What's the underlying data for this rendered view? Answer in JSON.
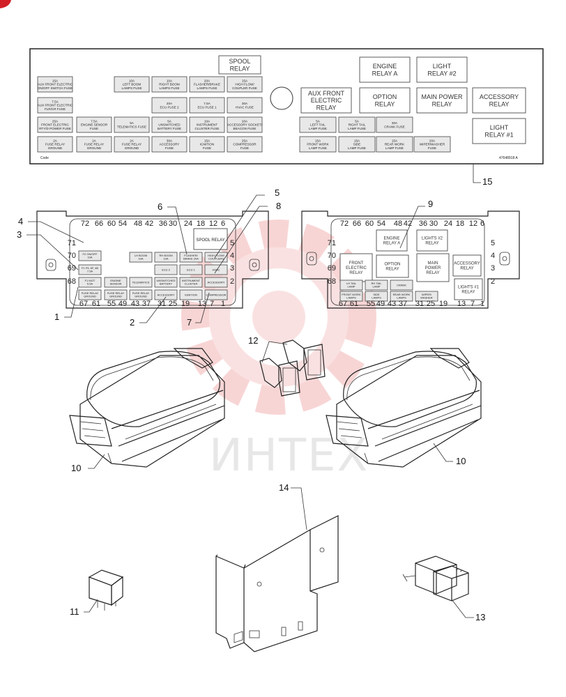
{
  "watermark": "ИНТЕХ",
  "decal": {
    "code_label": "Code",
    "part_number": "47648918 A",
    "fuses": [
      {
        "id": "f1",
        "lines": [
          "15A",
          "AUX FRONT ELECTRIC",
          "ON/OFF SWITCH FUSE"
        ]
      },
      {
        "id": "f2",
        "lines": [
          "7.5A",
          "AUX FRONT ELECTRIC",
          "FLR/CR FUSE"
        ]
      },
      {
        "id": "f3",
        "lines": [
          "25A",
          "FRONT ELECTRIC",
          "RTY/D POWER FUSE"
        ]
      },
      {
        "id": "f4",
        "lines": [
          "2A",
          "FUSE RELAY",
          "GROUND"
        ]
      },
      {
        "id": "f5",
        "lines": [
          "7.5A",
          "ENGINE SENSOR",
          "FUSE"
        ]
      },
      {
        "id": "f6",
        "lines": [
          "2A",
          "FUSE RELAY",
          "GROUND"
        ]
      },
      {
        "id": "f7",
        "lines": [
          "10A",
          "LEFT BOOM",
          "LAMPS FUSE"
        ]
      },
      {
        "id": "f8",
        "lines": [
          "5A",
          "TELEMATICS FUSE"
        ]
      },
      {
        "id": "f9",
        "lines": [
          "2A",
          "FUSE RELAY",
          "GROUND"
        ]
      },
      {
        "id": "f10",
        "lines": [
          "10A",
          "RIGHT BOOM",
          "LAMPS FUSE"
        ]
      },
      {
        "id": "f11",
        "lines": [
          "20A",
          "ECU FUSE 2"
        ]
      },
      {
        "id": "f12",
        "lines": [
          "5A",
          "UNSWITCHED",
          "BATTERY FUSE"
        ]
      },
      {
        "id": "f13",
        "lines": [
          "30A",
          "ACCESSORY",
          "FUSE"
        ]
      },
      {
        "id": "f14",
        "lines": [
          "20A",
          "FLASHER/BRAKE",
          "LAMPS FUSE"
        ]
      },
      {
        "id": "f15",
        "lines": [
          "7.5A",
          "ECU FUSE 1"
        ]
      },
      {
        "id": "f16",
        "lines": [
          "10A",
          "INSTRUMENT",
          "CLUSTER FUSE"
        ]
      },
      {
        "id": "f17",
        "lines": [
          "15A",
          "IGNITION",
          "FUSE"
        ]
      },
      {
        "id": "f18",
        "lines": [
          "15A",
          "HIGH FLOW/",
          "COUPLER FUSE"
        ]
      },
      {
        "id": "f19",
        "lines": [
          "30A",
          "HVAC FUSE"
        ]
      },
      {
        "id": "f20",
        "lines": [
          "20A",
          "ACCESSORY SOCKET/",
          "BEACON FUSE"
        ]
      },
      {
        "id": "f21",
        "lines": [
          "25A",
          "COMPRESSOR",
          "FUSE"
        ]
      },
      {
        "id": "f22",
        "lines": [
          "5A",
          "LEFT TAIL",
          "LAMP FUSE"
        ]
      },
      {
        "id": "f23",
        "lines": [
          "5A",
          "RIGHT TAIL",
          "LAMP FUSE"
        ]
      },
      {
        "id": "f24",
        "lines": [
          "30A",
          "CRANK FUSE"
        ]
      },
      {
        "id": "f25",
        "lines": [
          "15A",
          "FRONT WORK",
          "LAMP FUSE"
        ]
      },
      {
        "id": "f26",
        "lines": [
          "15A",
          "SIDE",
          "LAMP FUSE"
        ]
      },
      {
        "id": "f27",
        "lines": [
          "15A",
          "REAR WORK",
          "LAMP FUSE"
        ]
      },
      {
        "id": "f28",
        "lines": [
          "20A",
          "WIPER/WASHER",
          "FUSE"
        ]
      }
    ],
    "relays": [
      {
        "id": "r1",
        "lines": [
          "SPOOL",
          "RELAY"
        ]
      },
      {
        "id": "r2",
        "lines": [
          "AUX FRONT",
          "ELECTRIC",
          "RELAY"
        ]
      },
      {
        "id": "r3",
        "lines": [
          "ENGINE",
          "RELAY A"
        ]
      },
      {
        "id": "r4",
        "lines": [
          "LIGHT",
          "RELAY #2"
        ]
      },
      {
        "id": "r5",
        "lines": [
          "OPTION",
          "RELAY"
        ]
      },
      {
        "id": "r6",
        "lines": [
          "MAIN POWER",
          "RELAY"
        ]
      },
      {
        "id": "r7",
        "lines": [
          "ACCESSORY",
          "RELAY"
        ]
      },
      {
        "id": "r8",
        "lines": [
          "LIGHT",
          "RELAY #1"
        ]
      }
    ]
  },
  "left_box": {
    "top_numbers": [
      "72",
      "66",
      "60",
      "54",
      "48",
      "42",
      "36",
      "30",
      "24",
      "18",
      "12",
      "6"
    ],
    "bottom_numbers": [
      "67",
      "61",
      "55",
      "49",
      "43",
      "37",
      "31",
      "25",
      "19",
      "13",
      "7",
      "1"
    ],
    "left_numbers": [
      "71",
      "70",
      "69",
      "68"
    ],
    "right_numbers": [
      "5",
      "4",
      "3",
      "2"
    ],
    "cells": [
      {
        "id": "c1",
        "lines": [
          "F2 ON/OFF",
          "10A"
        ]
      },
      {
        "id": "c2",
        "lines": [
          "F1 F5, 6F, 4B",
          "7.5A"
        ]
      },
      {
        "id": "c3",
        "lines": [
          "F1 MOT",
          "5.5A"
        ]
      },
      {
        "id": "c4",
        "lines": [
          "ENGINE",
          "SENSOR"
        ]
      },
      {
        "id": "c5",
        "lines": [
          "TELEMATICS"
        ]
      },
      {
        "id": "c6",
        "lines": [
          "FUSE RELAY",
          "GROUND"
        ]
      },
      {
        "id": "c7",
        "lines": [
          "FUSE RELAY",
          "GROUND"
        ]
      },
      {
        "id": "c8",
        "lines": [
          "FUSE RELAY",
          "GROUND"
        ]
      },
      {
        "id": "c9",
        "lines": [
          "LH BOOM",
          "10A"
        ]
      },
      {
        "id": "c10",
        "lines": [
          "RH BOOM",
          "10A"
        ]
      },
      {
        "id": "c11",
        "lines": [
          "ECU 2"
        ]
      },
      {
        "id": "c12",
        "lines": [
          "UNSWITCHED",
          "BATTERY"
        ]
      },
      {
        "id": "c13",
        "lines": [
          "ACCESSORY"
        ]
      },
      {
        "id": "c14",
        "lines": [
          "FLASHER/",
          "BRAKE 20A"
        ]
      },
      {
        "id": "c15",
        "lines": [
          "ECU 1"
        ]
      },
      {
        "id": "c16",
        "lines": [
          "INSTRUMENT",
          "CLUSTER"
        ]
      },
      {
        "id": "c17",
        "lines": [
          "IGNITION"
        ]
      },
      {
        "id": "c18",
        "lines": [
          "HIGH FLOW/",
          "COUPLERS"
        ]
      },
      {
        "id": "c19",
        "lines": [
          "HVAC"
        ]
      },
      {
        "id": "c20",
        "lines": [
          "ACCESSORY"
        ]
      },
      {
        "id": "c21",
        "lines": [
          "COMPRESSOR"
        ]
      }
    ],
    "relay_label": "SPOOL RELAY"
  },
  "right_box": {
    "top_numbers": [
      "72",
      "66",
      "60",
      "54",
      "48",
      "42",
      "36",
      "30",
      "24",
      "18",
      "12",
      "6"
    ],
    "bottom_numbers": [
      "67",
      "61",
      "55",
      "49",
      "43",
      "37",
      "31",
      "25",
      "19",
      "13",
      "7",
      "1"
    ],
    "left_numbers": [
      "71",
      "70",
      "69",
      "68"
    ],
    "right_numbers": [
      "5",
      "4",
      "3",
      "2"
    ],
    "relays": [
      {
        "id": "b1",
        "lines": [
          "ENGINE",
          "RELAY A"
        ]
      },
      {
        "id": "b2",
        "lines": [
          "LIGHTS #2",
          "RELAY"
        ]
      },
      {
        "id": "b3",
        "lines": [
          "FRONT",
          "ELECTRIC",
          "RELAY"
        ]
      },
      {
        "id": "b4",
        "lines": [
          "OPTION",
          "RELAY"
        ]
      },
      {
        "id": "b5",
        "lines": [
          "MAIN",
          "POWER",
          "RELAY"
        ]
      },
      {
        "id": "b6",
        "lines": [
          "ACCESSORY",
          "RELAY"
        ]
      },
      {
        "id": "b7",
        "lines": [
          "LIGHTS #1",
          "RELAY"
        ]
      }
    ],
    "cells": [
      {
        "id": "s1",
        "lines": [
          "LH TAIL",
          "LAMP"
        ]
      },
      {
        "id": "s2",
        "lines": [
          "RH TAIL",
          "LAMP"
        ]
      },
      {
        "id": "s3",
        "lines": [
          "CRANK"
        ]
      },
      {
        "id": "s4",
        "lines": [
          "FRONT WORK",
          "LAMPS"
        ]
      },
      {
        "id": "s5",
        "lines": [
          "SIDE",
          "LAMPS"
        ]
      },
      {
        "id": "s6",
        "lines": [
          "REAR WORK",
          "LAMPS"
        ]
      },
      {
        "id": "s7",
        "lines": [
          "WIPER/",
          "WASHER"
        ]
      }
    ]
  },
  "callouts": {
    "c1": "1",
    "c2": "2",
    "c3": "3",
    "c4": "4",
    "c5": "5",
    "c6": "6",
    "c7": "7",
    "c8": "8",
    "c9": "9",
    "c10a": "10",
    "c10b": "10",
    "c11": "11",
    "c12": "12",
    "c13": "13",
    "c14": "14",
    "c15": "15"
  }
}
